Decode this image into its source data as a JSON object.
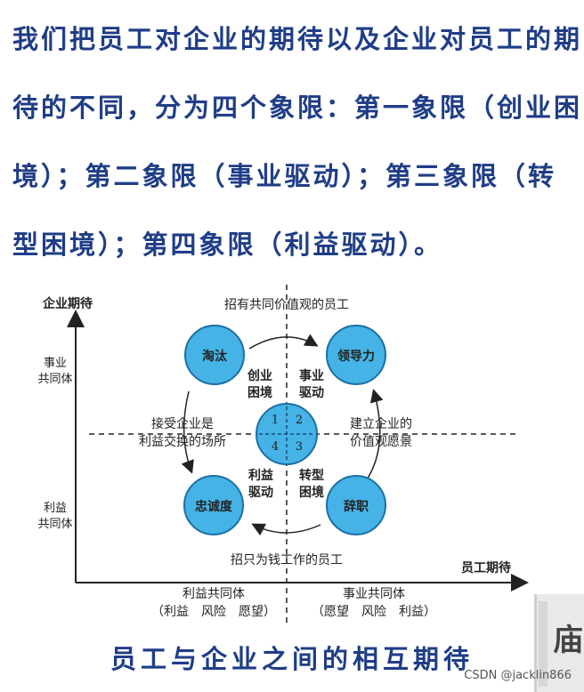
{
  "paragraph": {
    "lines": [
      "我们把员工对企业的期待以及企业对员工的期",
      "待的不同，分为四个象限：第一象限（创业困",
      "境）；第二象限（事业驱动）；第三象限（转",
      "型困境）；第四象限（利益驱动）。"
    ]
  },
  "diagram": {
    "y_axis_label": "企业期待",
    "x_axis_label": "员工期待",
    "y_top_label": [
      "事业",
      "共同体"
    ],
    "y_bottom_label": [
      "利益",
      "共同体"
    ],
    "top_text": "招有共同价值观的员工",
    "bottom_text": "招只为钱工作的员工",
    "left_text": [
      "接受企业是",
      "利益交换的场所"
    ],
    "right_text": [
      "建立企业的",
      "价值观愿景"
    ],
    "circles": {
      "top_left": "淘汰",
      "top_right": "领导力",
      "bottom_left": "忠诚度",
      "bottom_right": "辞职"
    },
    "quadrant_labels": {
      "q1": [
        "创业",
        "困境"
      ],
      "q2": [
        "事业",
        "驱动"
      ],
      "q3": [
        "转型",
        "困境"
      ],
      "q4": [
        "利益",
        "驱动"
      ]
    },
    "center_numbers": [
      "1",
      "2",
      "4",
      "3"
    ],
    "bottom_left_axis": {
      "title": "利益共同体",
      "sub": "（利益　风险　愿望）"
    },
    "bottom_right_axis": {
      "title": "事业共同体",
      "sub": "（愿望　风险　利益）"
    },
    "colors": {
      "circle_fill": "#45b3e6",
      "circle_stroke": "#1b6fa3",
      "text_blue": "#1f3d87"
    }
  },
  "caption": "员工与企业之间的相互期待",
  "watermark": "CSDN @jacklin866",
  "book_glyph": "庙"
}
